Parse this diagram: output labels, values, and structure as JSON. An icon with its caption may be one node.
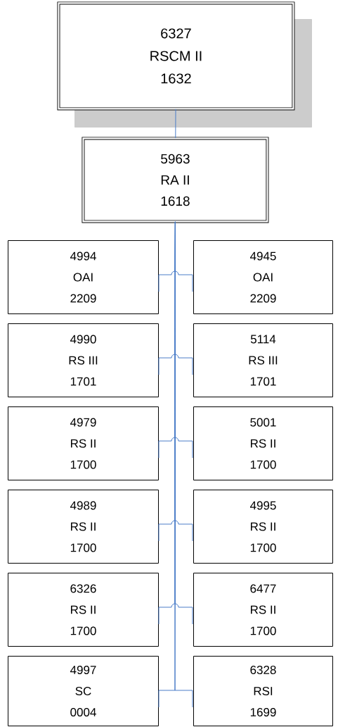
{
  "diagram": {
    "nodes": [
      {
        "text": [
          "6327",
          "RSCM II",
          "1632"
        ]
      },
      {
        "text": [
          "5963",
          "RA II",
          "1618"
        ]
      },
      {
        "text": [
          "4994",
          "OAI",
          "2209"
        ]
      },
      {
        "text": [
          "4945",
          "OAI",
          "2209"
        ]
      },
      {
        "text": [
          "4990",
          "RS III",
          "1701"
        ]
      },
      {
        "text": [
          "5114",
          "RS III",
          "1701"
        ]
      },
      {
        "text": [
          "4979",
          "RS II",
          "1700"
        ]
      },
      {
        "text": [
          "5001",
          "RS II",
          "1700"
        ]
      },
      {
        "text": [
          "4989",
          "RS II",
          "1700"
        ]
      },
      {
        "text": [
          "4995",
          "RS II",
          "1700"
        ]
      },
      {
        "text": [
          "6326",
          "RS II",
          "1700"
        ]
      },
      {
        "text": [
          "6477",
          "RS II",
          "1700"
        ]
      },
      {
        "text": [
          "4997",
          "SC",
          "0004"
        ]
      },
      {
        "text": [
          "6328",
          "RSI",
          "1699"
        ]
      }
    ],
    "edges": [
      {
        "from": 0,
        "to": 1,
        "arrow": "none"
      },
      {
        "from": 1,
        "to": 2,
        "arrow": "none"
      },
      {
        "from": 1,
        "to": 3,
        "arrow": "none"
      },
      {
        "from": 1,
        "to": 4,
        "arrow": "none"
      },
      {
        "from": 1,
        "to": 5,
        "arrow": "none"
      },
      {
        "from": 1,
        "to": 6,
        "arrow": "none"
      },
      {
        "from": 1,
        "to": 7,
        "arrow": "none"
      },
      {
        "from": 1,
        "to": 8,
        "arrow": "none"
      },
      {
        "from": 1,
        "to": 9,
        "arrow": "none"
      },
      {
        "from": 1,
        "to": 10,
        "arrow": "none"
      },
      {
        "from": 1,
        "to": 11,
        "arrow": "none"
      },
      {
        "from": 1,
        "to": 12,
        "arrow": "none"
      },
      {
        "from": 1,
        "to": 13,
        "arrow": "none"
      }
    ]
  }
}
